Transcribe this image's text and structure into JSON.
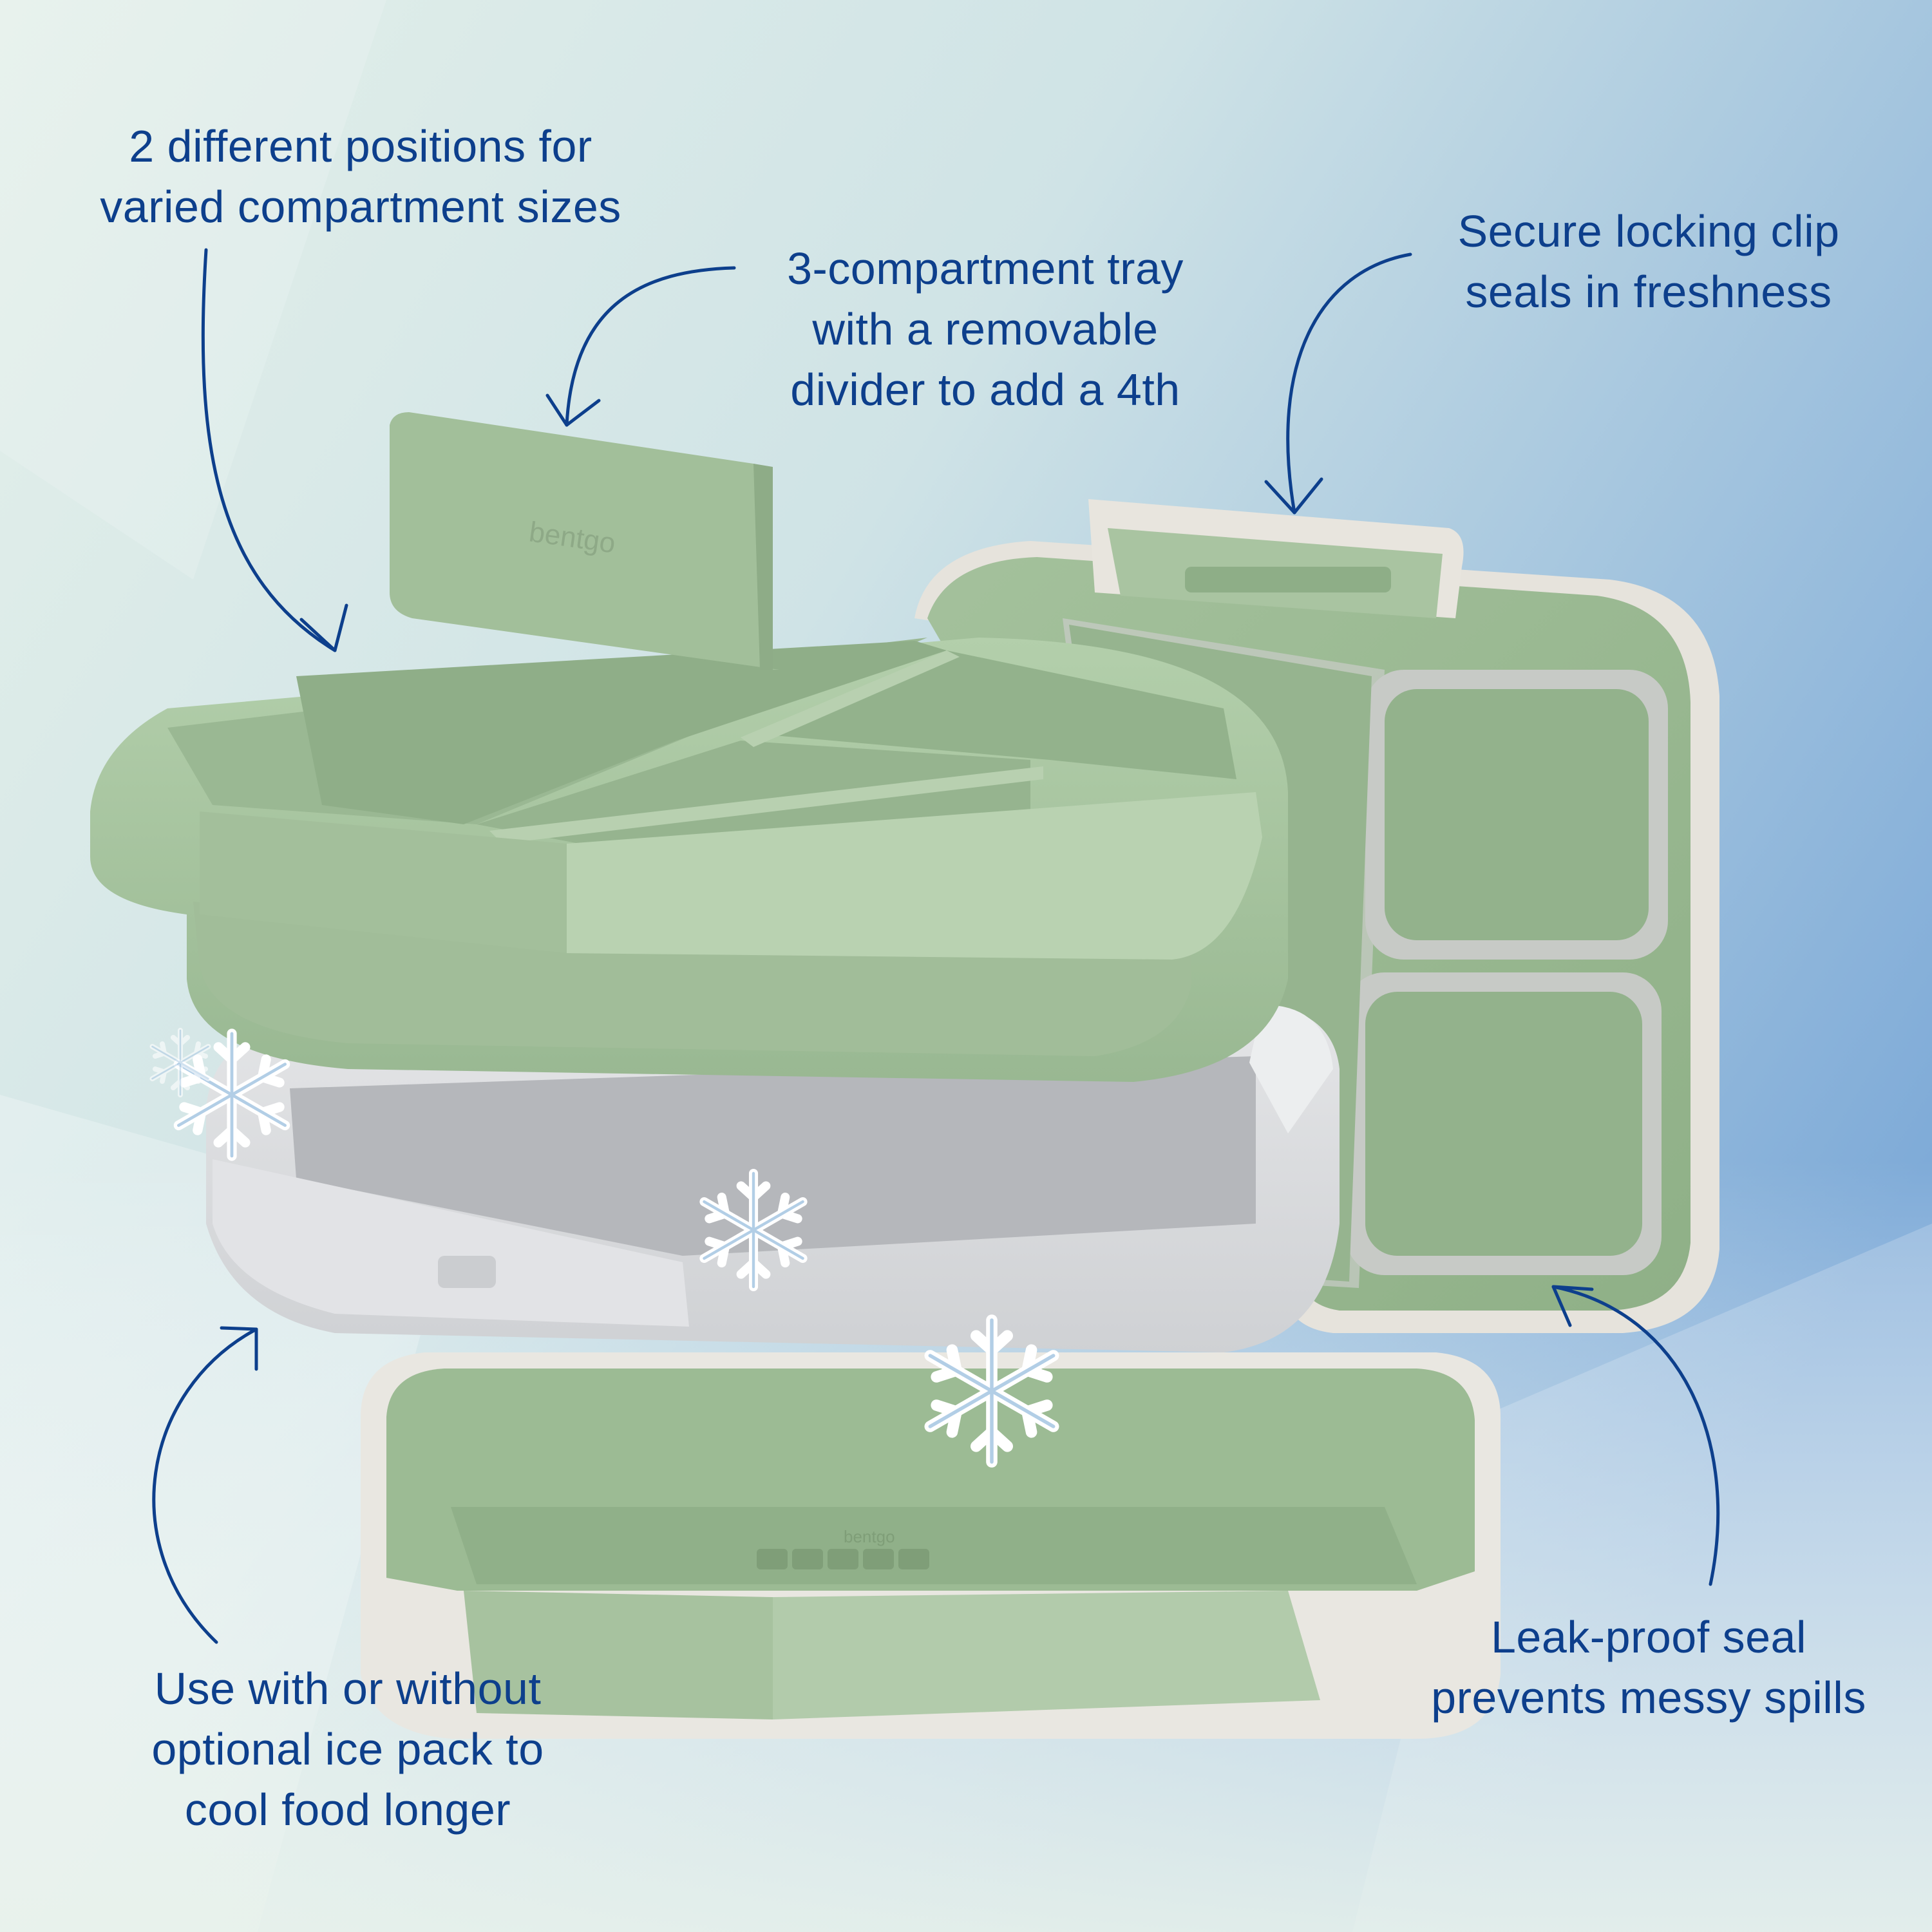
{
  "colors": {
    "accent": "#0d3f8c",
    "sage_green": "#a8c4a0",
    "sage_dark": "#8fae88",
    "cream": "#ece9e2",
    "light_gray": "#d9dadc",
    "background_blue": "#89b3dc",
    "background_mint": "#e3efe9"
  },
  "callouts": {
    "positions": [
      "2 different positions for",
      "varied compartment sizes"
    ],
    "tray": [
      "3-compartment tray",
      "with a removable",
      "divider to add a 4th"
    ],
    "clip": [
      "Secure locking clip",
      "seals in freshness"
    ],
    "ice": [
      "Use with or without",
      "optional ice pack to",
      "cool food longer"
    ],
    "seal": [
      "Leak-proof seal",
      "prevents messy spills"
    ]
  },
  "product": {
    "brand_mark": "bentgo",
    "parts": [
      "removable-divider",
      "compartment-tray",
      "ice-pack",
      "base",
      "lid"
    ],
    "icons": [
      "snowflake-icon",
      "snowflake-icon",
      "snowflake-icon",
      "snowflake-icon"
    ]
  }
}
